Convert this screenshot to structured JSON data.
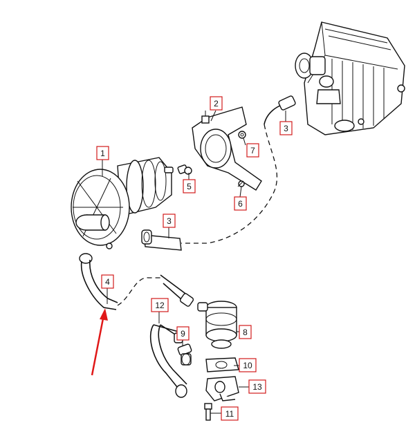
{
  "callouts": [
    {
      "id": "1",
      "label": "1"
    },
    {
      "id": "2",
      "label": "2"
    },
    {
      "id": "3a",
      "label": "3"
    },
    {
      "id": "3b",
      "label": "3"
    },
    {
      "id": "4",
      "label": "4"
    },
    {
      "id": "5",
      "label": "5"
    },
    {
      "id": "6",
      "label": "6"
    },
    {
      "id": "7",
      "label": "7"
    },
    {
      "id": "8",
      "label": "8"
    },
    {
      "id": "9",
      "label": "9"
    },
    {
      "id": "10",
      "label": "10"
    },
    {
      "id": "11",
      "label": "11"
    },
    {
      "id": "12",
      "label": "12"
    },
    {
      "id": "13",
      "label": "13"
    }
  ],
  "colors": {
    "callout_border": "#d11a1a",
    "arrow": "#e01818",
    "line": "#111111"
  },
  "icons": {
    "pointer": "red-arrow-icon"
  }
}
